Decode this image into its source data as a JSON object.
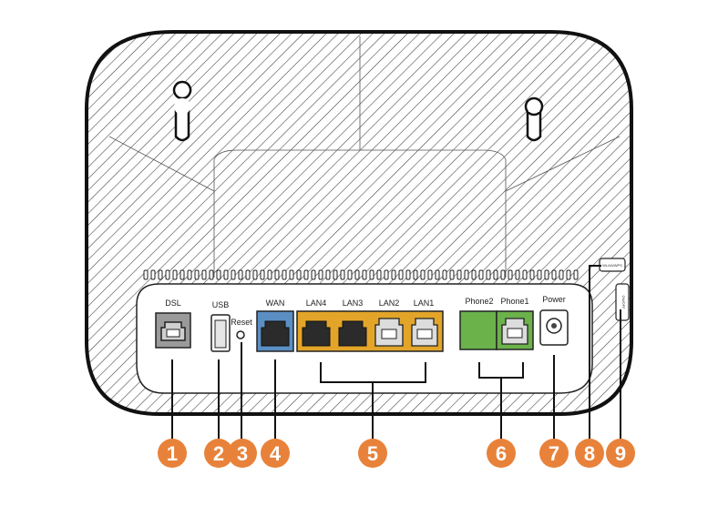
{
  "ports": {
    "dsl": "DSL",
    "usb": "USB",
    "reset": "Reset",
    "wan": "WAN",
    "lan4": "LAN4",
    "lan3": "LAN3",
    "lan2": "LAN2",
    "lan1": "LAN1",
    "phone2": "Phone2",
    "phone1": "Phone1",
    "power": "Power",
    "wlan_wps": "WLAN/WPS",
    "on_off": "ON/OFF"
  },
  "callouts": [
    "1",
    "2",
    "3",
    "4",
    "5",
    "6",
    "7",
    "8",
    "9"
  ],
  "colors": {
    "callout": "#E8823A",
    "wan_block": "#5B8FC4",
    "lan_block": "#E3A529",
    "phone_block": "#6BB24B",
    "body_outline": "#111111",
    "port_gray": "#9A9A9A"
  }
}
